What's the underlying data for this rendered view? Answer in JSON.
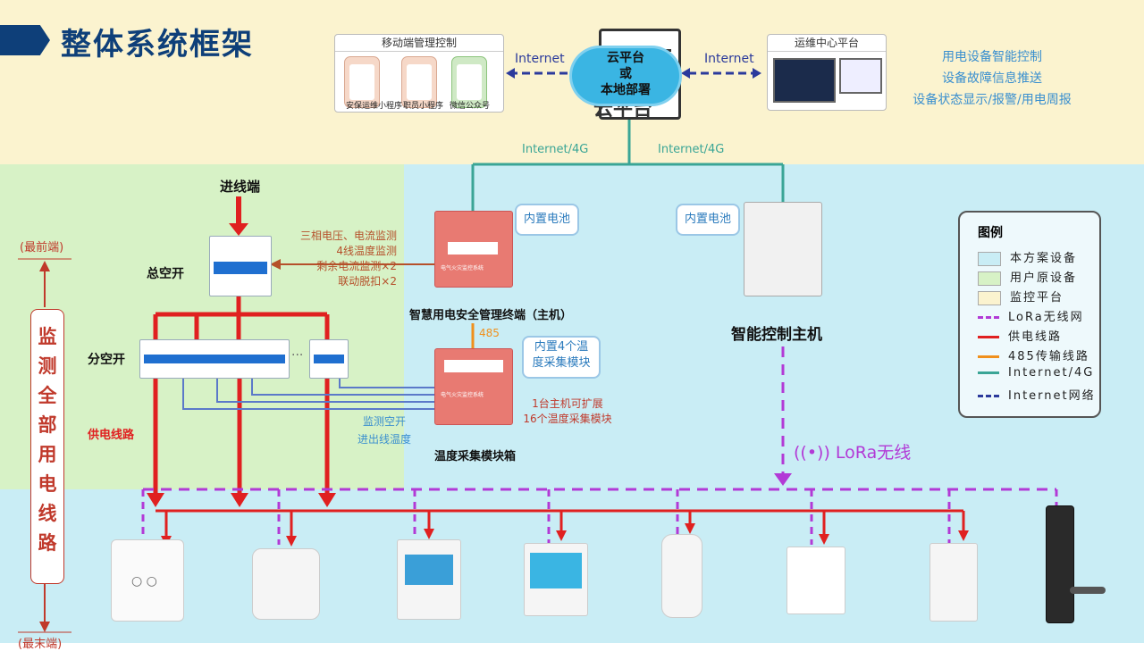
{
  "title": "整体系统框架",
  "cloud": {
    "line1": "云平台",
    "line2": "或",
    "line3": "本地部署",
    "behind": "云平台"
  },
  "mobile_panel": {
    "title": "移动端管理控制",
    "items": [
      "安保运维小程序",
      "职员小程序",
      "微信公众号"
    ]
  },
  "ops_panel": {
    "title": "运维中心平台"
  },
  "internet_left": "Internet",
  "internet_right": "Internet",
  "features": [
    "用电设备智能控制",
    "设备故障信息推送",
    "设备状态显示/报警/用电周报"
  ],
  "internet4g_left": "Internet/4G",
  "internet4g_right": "Internet/4G",
  "incoming": "进线端",
  "front_end": "(最前端)",
  "back_end": "(最末端)",
  "main_switch": "总空开",
  "branch_switch": "分空开",
  "monitor_list": [
    "三相电压、电流监测",
    "4线温度监测",
    "剩余电流监测×2",
    "联动脱扣×2"
  ],
  "battery_left": "内置电池",
  "battery_right": "内置电池",
  "host_label": "智慧用电安全管理终端（主机）",
  "host_panel_text": "电气火灾监控系统",
  "line485": "485",
  "temp_bubble": [
    "内置4个温",
    "度采集模块"
  ],
  "expand_note": [
    "1台主机可扩展",
    "16个温度采集模块"
  ],
  "temp_box_label": "温度采集模块箱",
  "monitor_note": [
    "监测空开",
    "进出线温度"
  ],
  "supply_line": "供电线路",
  "smart_host": "智能控制主机",
  "lora": "LoRa无线",
  "vertical_label": [
    "监",
    "测",
    "全",
    "部",
    "用",
    "电",
    "线",
    "路"
  ],
  "legend": {
    "title": "图例",
    "items": [
      {
        "label": "本方案设备",
        "color": "#c9edf5"
      },
      {
        "label": "用户原设备",
        "color": "#d7f2c6"
      },
      {
        "label": "监控平台",
        "color": "#fbf3cf"
      },
      {
        "label": "LoRa无线网",
        "color": "#b23ad6"
      },
      {
        "label": "供电线路",
        "color": "#e02020"
      },
      {
        "label": "485传输线路",
        "color": "#f0901c"
      },
      {
        "label": "Internet/4G",
        "color": "#3aa596"
      },
      {
        "label": "Internet网络",
        "color": "#2b3a9c"
      }
    ]
  },
  "devices": [
    "smart-switch",
    "smart-socket",
    "power-meter",
    "thermostat",
    "plug-socket",
    "wall-socket",
    "breaker-controller",
    "smart-lock"
  ]
}
